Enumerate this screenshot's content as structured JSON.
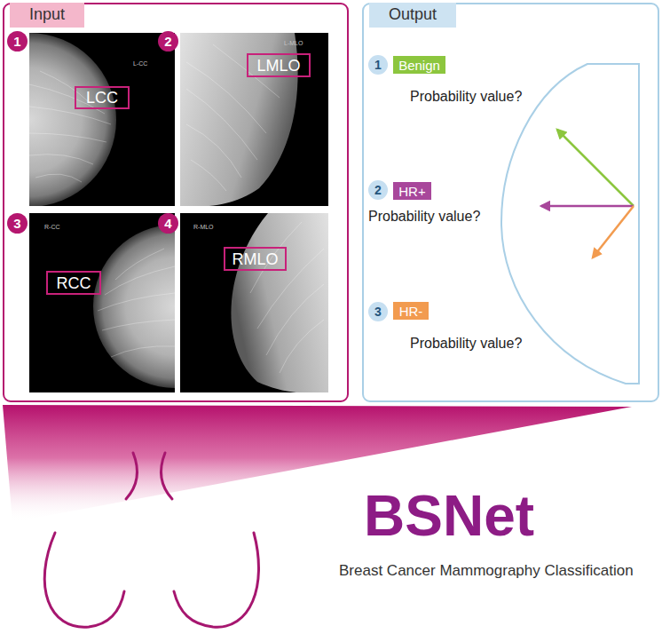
{
  "diagram": {
    "title": "BSNet",
    "caption": "Breast Cancer Mammography Classification",
    "nodes": [
      {
        "text": [
          "Input"
        ]
      },
      {
        "text": [
          "1"
        ],
        "in": 0
      },
      {
        "text": [
          "L-CC"
        ],
        "in": 0
      },
      {
        "text": [
          "LCC"
        ],
        "in": 2
      },
      {
        "text": [
          "2"
        ],
        "in": 0
      },
      {
        "text": [
          "L-MLO"
        ],
        "in": 0
      },
      {
        "text": [
          "LMLO"
        ],
        "in": 5
      },
      {
        "text": [
          "3"
        ],
        "in": 0
      },
      {
        "text": [
          "R-CC"
        ],
        "in": 0
      },
      {
        "text": [
          "RCC"
        ],
        "in": 8
      },
      {
        "text": [
          "4"
        ],
        "in": 0
      },
      {
        "text": [
          "R-MLO"
        ],
        "in": 0
      },
      {
        "text": [
          "RMLO"
        ],
        "in": 11
      },
      {
        "text": [
          "Output"
        ]
      },
      {
        "text": [
          "1"
        ],
        "in": 13
      },
      {
        "text": [
          "Benign"
        ],
        "in": 13
      },
      {
        "text": [
          "2"
        ],
        "in": 13
      },
      {
        "text": [
          "HR+"
        ],
        "in": 13
      },
      {
        "text": [
          "3"
        ],
        "in": 13
      },
      {
        "text": [
          "HR-"
        ],
        "in": 13
      }
    ],
    "labels": [
      "Probability value?",
      "Probability value?",
      "Probability value?"
    ]
  }
}
